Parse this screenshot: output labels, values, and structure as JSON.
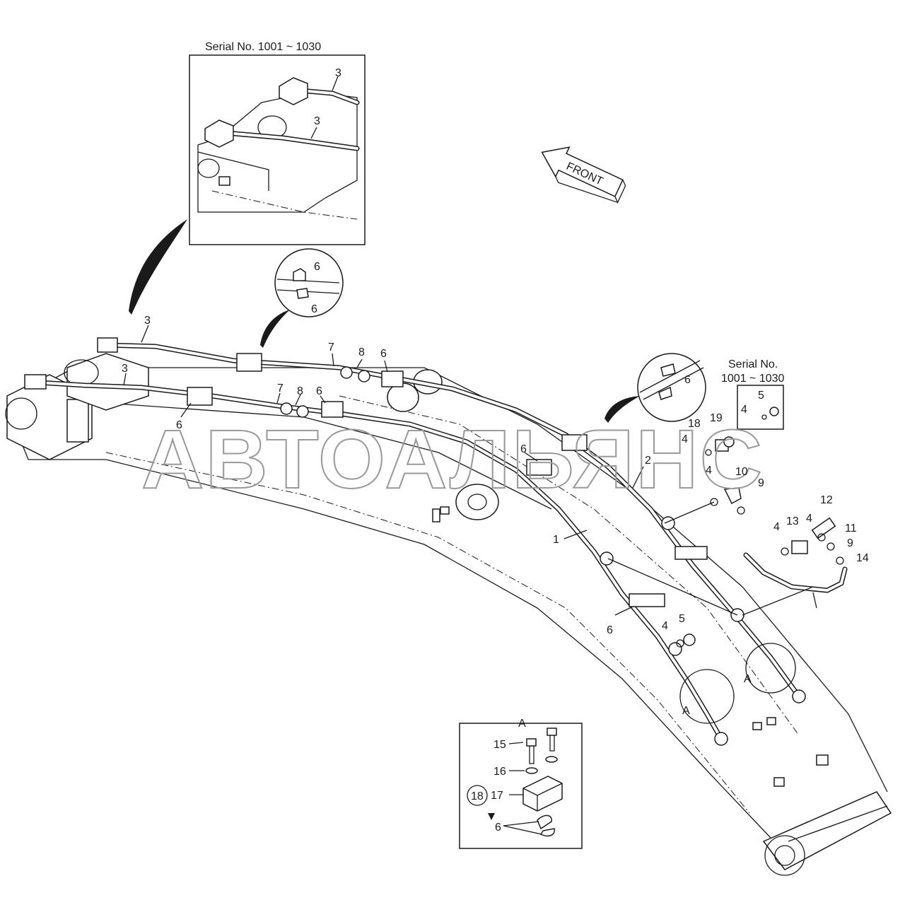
{
  "insets": {
    "top": {
      "title": "Serial No. 1001 ~ 1030",
      "labels": [
        "3",
        "3"
      ]
    },
    "right": {
      "title_line1": "Serial No.",
      "title_line2": "1001 ~ 1030",
      "labels": [
        "5",
        "4"
      ]
    },
    "detail_a": {
      "title": "A",
      "labels": [
        "15",
        "16",
        "17",
        "18",
        "6"
      ]
    },
    "clamp_circle_upper": {
      "labels": [
        "6",
        "6"
      ]
    },
    "clamp_circle_right": {
      "labels": [
        "6"
      ]
    }
  },
  "front_arrow": {
    "text": "FRONT"
  },
  "callouts": {
    "boom": [
      "3",
      "3",
      "7",
      "8",
      "6",
      "7",
      "8",
      "6",
      "6",
      "6",
      "2",
      "1",
      "6",
      "4",
      "5",
      "A",
      "A"
    ],
    "right_fittings": [
      "18",
      "19",
      "4",
      "4",
      "10",
      "9",
      "12",
      "13",
      "4",
      "4",
      "11",
      "9",
      "14"
    ]
  },
  "watermark": {
    "text": "АВТОАЛЬЯНС"
  }
}
